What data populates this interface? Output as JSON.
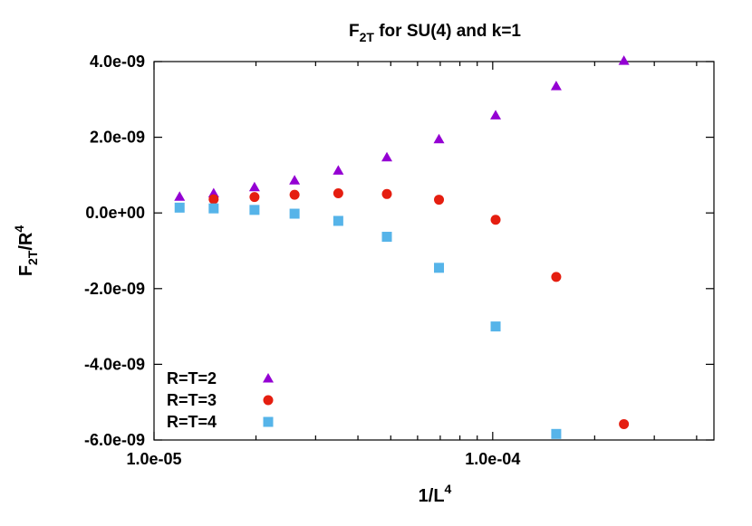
{
  "chart_data": {
    "type": "scatter",
    "title": {
      "main": "F",
      "sub": "2T",
      "rest": " for SU(4) and k=1"
    },
    "xlabel": {
      "main": "1/L",
      "sup": "4"
    },
    "ylabel": {
      "main": "F",
      "sub": "2T",
      "mid": "/R",
      "sup": "4"
    },
    "x_scale": "log",
    "xlim": [
      1e-05,
      0.00045
    ],
    "ylim": [
      -6e-09,
      4e-09
    ],
    "x_ticks": [
      {
        "value": 1e-05,
        "label": "1.0e-05"
      },
      {
        "value": 0.0001,
        "label": "1.0e-04"
      }
    ],
    "y_ticks": [
      {
        "value": 4e-09,
        "label": "4.0e-09"
      },
      {
        "value": 2e-09,
        "label": "2.0e-09"
      },
      {
        "value": 0.0,
        "label": "0.0e+00"
      },
      {
        "value": -2e-09,
        "label": "-2.0e-09"
      },
      {
        "value": -4e-09,
        "label": "-4.0e-09"
      },
      {
        "value": -6e-09,
        "label": "-6.0e-09"
      }
    ],
    "grid": false,
    "legend_position": "bottom-left",
    "series": [
      {
        "name": "R=T=2",
        "marker": "triangle",
        "color": "#9400d3",
        "points": [
          {
            "x": 1.19e-05,
            "y": 4.3e-10
          },
          {
            "x": 1.5e-05,
            "y": 5.2e-10
          },
          {
            "x": 1.98e-05,
            "y": 6.8e-10
          },
          {
            "x": 2.6e-05,
            "y": 8.6e-10
          },
          {
            "x": 3.5e-05,
            "y": 1.12e-09
          },
          {
            "x": 4.87e-05,
            "y": 1.47e-09
          },
          {
            "x": 6.94e-05,
            "y": 1.95e-09
          },
          {
            "x": 0.000102,
            "y": 2.58e-09
          },
          {
            "x": 0.000154,
            "y": 3.35e-09
          },
          {
            "x": 0.000244,
            "y": 4.02e-09
          }
        ]
      },
      {
        "name": "R=T=3",
        "marker": "circle",
        "color": "#e51e10",
        "points": [
          {
            "x": 1.5e-05,
            "y": 3.6e-10
          },
          {
            "x": 1.98e-05,
            "y": 4.2e-10
          },
          {
            "x": 2.6e-05,
            "y": 4.8e-10
          },
          {
            "x": 3.5e-05,
            "y": 5.2e-10
          },
          {
            "x": 4.87e-05,
            "y": 5e-10
          },
          {
            "x": 6.94e-05,
            "y": 3.5e-10
          },
          {
            "x": 0.000102,
            "y": -1.8e-10
          },
          {
            "x": 0.000154,
            "y": -1.69e-09
          },
          {
            "x": 0.000244,
            "y": -5.58e-09
          }
        ]
      },
      {
        "name": "R=T=4",
        "marker": "square",
        "color": "#56b4e9",
        "points": [
          {
            "x": 1.19e-05,
            "y": 1.4e-10
          },
          {
            "x": 1.5e-05,
            "y": 1.2e-10
          },
          {
            "x": 1.98e-05,
            "y": 8e-11
          },
          {
            "x": 2.6e-05,
            "y": -2e-11
          },
          {
            "x": 3.5e-05,
            "y": -2.1e-10
          },
          {
            "x": 4.87e-05,
            "y": -6.3e-10
          },
          {
            "x": 6.94e-05,
            "y": -1.45e-09
          },
          {
            "x": 0.000102,
            "y": -3e-09
          },
          {
            "x": 0.000154,
            "y": -5.84e-09
          }
        ]
      }
    ]
  }
}
